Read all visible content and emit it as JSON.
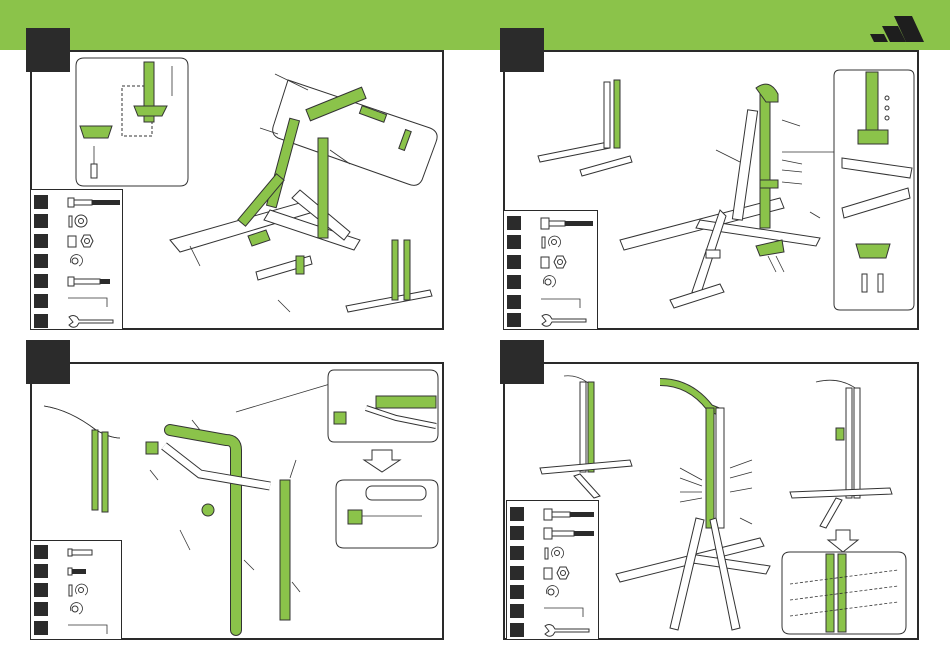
{
  "colors": {
    "accent": "#8bc34a",
    "dark": "#2b2b2b",
    "outline": "#333333"
  },
  "header": {
    "logo_icon": "three-stripes-logo-icon"
  },
  "steps": [
    {
      "id": "step-1",
      "parts": [
        "bolt-long-icon",
        "washer-icon",
        "nut-icon",
        "lock-washer-icon",
        "bolt-long-icon",
        "allen-key-icon",
        "wrench-icon"
      ]
    },
    {
      "id": "step-2",
      "parts": [
        "bolt-long-icon",
        "lock-washer-icon",
        "nut-icon",
        "lock-washer-icon",
        "allen-key-icon",
        "wrench-icon"
      ]
    },
    {
      "id": "step-3",
      "parts": [
        "bolt-long-icon",
        "bolt-short-icon",
        "lock-washer-icon",
        "lock-washer-icon",
        "allen-key-icon"
      ]
    },
    {
      "id": "step-4",
      "parts": [
        "bolt-long-icon",
        "bolt-long-icon",
        "lock-washer-icon",
        "nut-icon",
        "lock-washer-icon",
        "allen-key-icon",
        "wrench-icon"
      ]
    }
  ]
}
